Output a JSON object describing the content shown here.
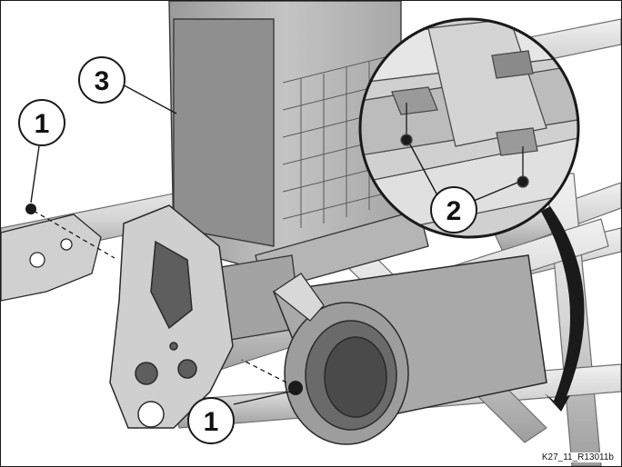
{
  "figure": {
    "reference_code": "K27_11_R13011b",
    "callouts": [
      {
        "id": "callout-1-left",
        "label": "1"
      },
      {
        "id": "callout-1-bottom",
        "label": "1"
      },
      {
        "id": "callout-2",
        "label": "2"
      },
      {
        "id": "callout-3",
        "label": "3"
      }
    ],
    "colors": {
      "line": "#1a1a1a",
      "frame_tube": "#d9d9d9",
      "airbox": "#bdbdbd",
      "bracket": "#c8c8c8",
      "background": "#ffffff"
    }
  }
}
